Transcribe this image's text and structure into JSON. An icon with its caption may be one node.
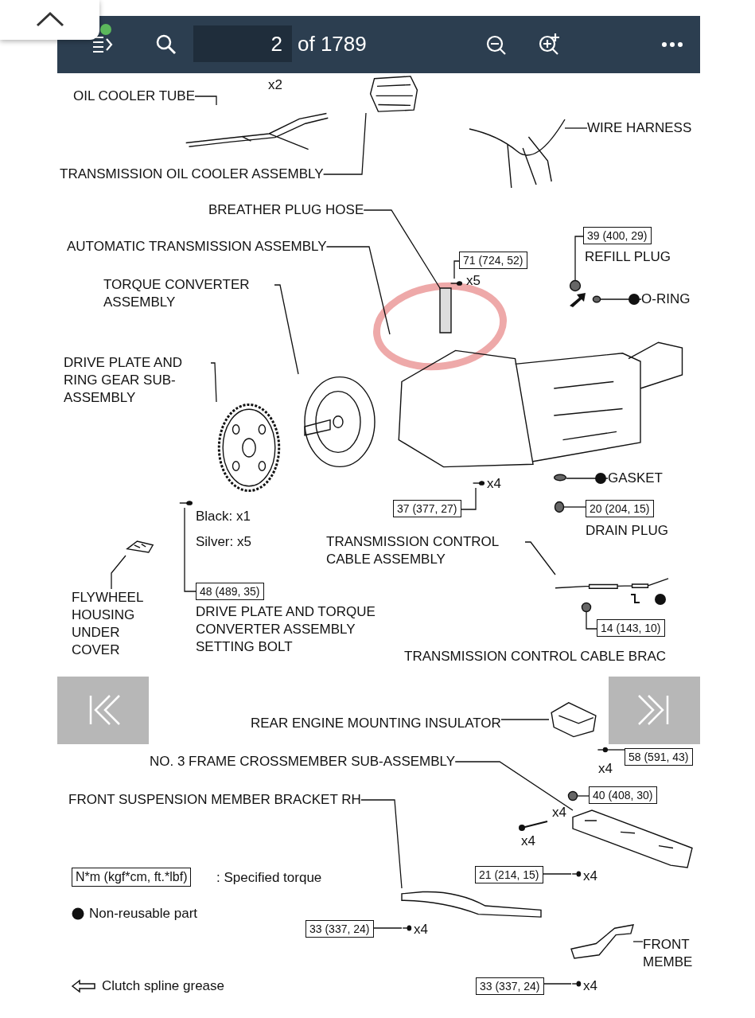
{
  "diagram": {
    "nodes": [
      {
        "text": [
          "OIL COOLER TUBE"
        ]
      },
      {
        "text": [],
        "shape": "picture"
      },
      {
        "text": [
          "TRANSMISSION OIL COOLER ASSEMBLY"
        ]
      },
      {
        "text": [],
        "shape": "picture"
      },
      {
        "text": [
          "WIRE HARNESS"
        ]
      },
      {
        "text": [],
        "shape": "picture"
      },
      {
        "text": [
          "BREATHER PLUG HOSE"
        ]
      },
      {
        "text": [],
        "shape": "box"
      },
      {
        "text": [
          "AUTOMATIC TRANSMISSION ASSEMBLY"
        ]
      },
      {
        "text": [],
        "shape": "picture"
      },
      {
        "text": [
          "TORQUE CONVERTER ASSEMBLY"
        ]
      },
      {
        "text": [],
        "shape": "picture"
      },
      {
        "text": [
          "DRIVE PLATE AND RING GEAR SUB-ASSEMBLY"
        ]
      },
      {
        "text": [],
        "shape": "picture"
      },
      {
        "text": [
          "71 (724, 52)"
        ]
      },
      {
        "text": [],
        "shape": "picture"
      },
      {
        "text": [
          "39 (400, 29)"
        ],
        "beside": [
          "REFILL PLUG"
        ]
      },
      {
        "text": [],
        "shape": "circle"
      },
      {
        "text": [
          "O-RING"
        ]
      },
      {
        "text": [],
        "shape": "circle"
      },
      {
        "text": [
          "GASKET"
        ]
      },
      {
        "text": [],
        "shape": "circle"
      },
      {
        "text": [
          "20 (204, 15)"
        ],
        "beside": [
          "DRAIN PLUG"
        ]
      },
      {
        "text": [],
        "shape": "circle"
      },
      {
        "text": [
          "37 (377, 27)"
        ]
      },
      {
        "text": [],
        "shape": "picture"
      },
      {
        "text": [
          "48 (489, 35)"
        ],
        "beside": [
          "DRIVE PLATE AND TORQUE CONVERTER ASSEMBLY SETTING BOLT"
        ]
      },
      {
        "text": [],
        "shape": "picture"
      },
      {
        "text": [
          "FLYWHEEL HOUSING UNDER COVER"
        ]
      },
      {
        "text": [],
        "shape": "picture"
      },
      {
        "text": [
          "TRANSMISSION CONTROL CABLE ASSEMBLY"
        ]
      },
      {
        "text": [],
        "shape": "picture"
      },
      {
        "text": [
          "14 (143, 10)"
        ]
      },
      {
        "text": [],
        "shape": "circle"
      },
      {
        "text": [
          "REAR ENGINE MOUNTING INSULATOR"
        ]
      },
      {
        "text": [],
        "shape": "picture"
      },
      {
        "text": [
          "58 (591, 43)"
        ]
      },
      {
        "text": [],
        "shape": "picture"
      },
      {
        "text": [
          "NO. 3 FRAME CROSSMEMBER SUB-ASSEMBLY"
        ]
      },
      {
        "text": [],
        "shape": "picture"
      },
      {
        "text": [
          "40 (408, 30)"
        ]
      },
      {
        "text": [],
        "shape": "circle"
      },
      {
        "text": [
          "21 (214, 15)"
        ]
      },
      {
        "text": [],
        "shape": "picture"
      },
      {
        "text": [
          "FRONT SUSPENSION MEMBER BRACKET RH"
        ]
      },
      {
        "text": [],
        "shape": "picture"
      },
      {
        "text": [
          "33 (337, 24)"
        ]
      },
      {
        "text": [],
        "shape": "picture"
      },
      {
        "text": [
          "FRONT MEMBE"
        ]
      },
      {
        "text": [],
        "shape": "picture"
      },
      {
        "text": [
          "33 (337, 24)"
        ]
      },
      {
        "text": [],
        "shape": "picture"
      }
    ],
    "edges": [
      {
        "from": 0,
        "to": 1,
        "arrow": "none"
      },
      {
        "from": 2,
        "to": 3,
        "arrow": "none"
      },
      {
        "from": 4,
        "to": 5,
        "arrow": "none"
      },
      {
        "from": 6,
        "to": 7,
        "arrow": "none"
      },
      {
        "from": 8,
        "to": 9,
        "arrow": "none"
      },
      {
        "from": 10,
        "to": 11,
        "arrow": "none"
      },
      {
        "from": 12,
        "to": 13,
        "arrow": "none"
      },
      {
        "from": 14,
        "to": 15,
        "arrow": "none"
      },
      {
        "from": 16,
        "to": 17,
        "arrow": "none"
      },
      {
        "from": 19,
        "to": 18,
        "arrow": "other"
      },
      {
        "from": 21,
        "to": 20,
        "arrow": "other"
      },
      {
        "from": 22,
        "to": 23,
        "arrow": "none"
      },
      {
        "from": 24,
        "to": 25,
        "arrow": "none"
      },
      {
        "from": 26,
        "to": 27,
        "arrow": "none"
      },
      {
        "from": 28,
        "to": 29,
        "arrow": "none"
      },
      {
        "from": 30,
        "to": 31,
        "arrow": "none"
      },
      {
        "from": 32,
        "to": 33,
        "arrow": "none"
      },
      {
        "from": 34,
        "to": 35,
        "arrow": "none"
      },
      {
        "from": 36,
        "to": 37,
        "arrow": "none"
      },
      {
        "from": 38,
        "to": 39,
        "arrow": "none"
      },
      {
        "from": 40,
        "to": 41,
        "arrow": "none"
      },
      {
        "from": 42,
        "to": 43,
        "arrow": "none"
      },
      {
        "from": 44,
        "to": 45,
        "arrow": "none"
      },
      {
        "from": 46,
        "to": 47,
        "arrow": "none"
      },
      {
        "from": 48,
        "to": 49,
        "arrow": "none"
      },
      {
        "from": 50,
        "to": 51,
        "arrow": "none"
      }
    ],
    "labels": [
      "2",
      "of 1789",
      "x2",
      "x5",
      "x4",
      "Black: x1",
      "Silver: x5",
      "TRANSMISSION CONTROL CABLE BRAC",
      "x4",
      "x4",
      "x4",
      "x4",
      "x4",
      "N*m (kgf*cm, ft.*lbf)",
      "x4"
    ],
    "legend": [
      {
        "text": ": Specified torque"
      },
      {
        "text": "Non-reusable part"
      },
      {
        "text": "Clutch spline grease"
      }
    ]
  }
}
